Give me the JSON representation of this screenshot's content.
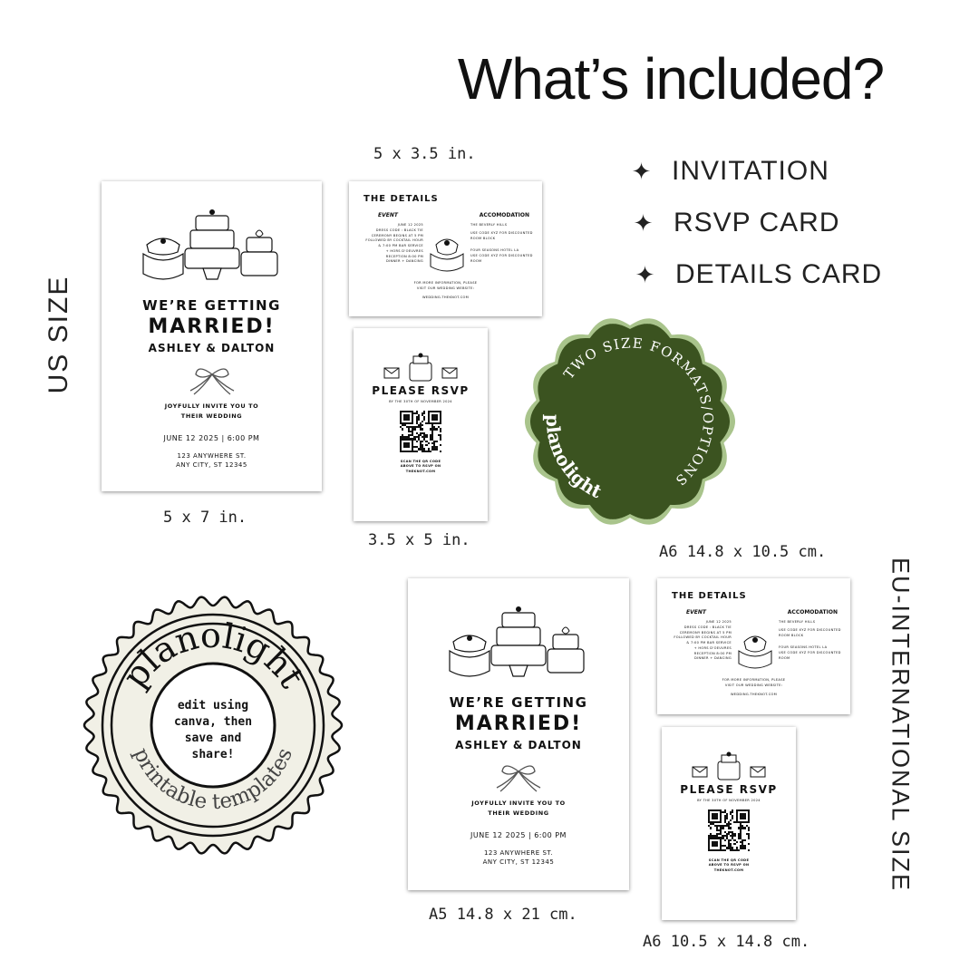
{
  "header": {
    "title": "What’s included?"
  },
  "included_list": {
    "items": [
      {
        "label": "INVITATION",
        "icon": "sparkle-star-icon"
      },
      {
        "label": "RSVP CARD",
        "icon": "sparkle-star-icon"
      },
      {
        "label": "DETAILS CARD",
        "icon": "sparkle-star-icon"
      }
    ]
  },
  "us_size": {
    "label": "US SIZE",
    "invitation_size": "5 x 7 in.",
    "details_size": "5 x 3.5 in.",
    "rsvp_size": "3.5 x 5 in."
  },
  "eu_size": {
    "label": "EU-INTERNATIONAL SIZE",
    "invitation_size": "A5 14.8 x 21 cm.",
    "details_size": "A6 14.8 x 10.5 cm.",
    "rsvp_size": "A6 10.5 x 14.8 cm."
  },
  "invitation": {
    "line1": "WE’RE GETTING",
    "line2": "MARRIED!",
    "names": "ASHLEY & DALTON",
    "invite_line1": "JOYFULLY INVITE YOU TO",
    "invite_line2": "THEIR WEDDING",
    "date": "JUNE 12 2025 | 6:00 PM",
    "address1": "123 ANYWHERE ST.",
    "address2": "ANY CITY, ST 12345"
  },
  "details_card": {
    "title": "THE DETAILS",
    "event_heading": "EVENT",
    "accommodation_heading": "ACCOMODATION",
    "event_lines": [
      "JUNE 12 2025",
      "DRESS CODE : BLACK TIE",
      "CEREMONY BEGINS AT 5 PM",
      "FOLLOWED BY COCKTAIL HOUR",
      "& 7:00 PM BAR SERVICE",
      "+ HORS D'OEUVRES",
      "RECEPTION 8:00 PM",
      "DINNER + DANCING"
    ],
    "accommodation_lines": [
      "THE BEVERLY HILLS",
      "USE CODE XYZ FOR DISCOUNTED ROOM BLOCK",
      "FOUR SEASONS HOTEL LA",
      "USE CODE XYZ FOR DISCOUNTED ROOM"
    ],
    "footer1": "FOR MORE INFORMATION, PLEASE",
    "footer2": "VISIT OUR WEDDING WEBSITE:",
    "website": "WEDDING.THEKNOT.COM"
  },
  "rsvp_card": {
    "title": "PLEASE RSVP",
    "deadline": "BY THE 30TH OF NOVEMBER 2024",
    "scan1": "SCAN THE QR CODE",
    "scan2": "ABOVE TO RSVP ON",
    "scan3": "THEKNOT.COM"
  },
  "green_badge": {
    "ring_text": "TWO SIZE FORMATS/OPTIONS",
    "brand": "planolight",
    "color": "#3b5320",
    "rim_color": "#a9c48c"
  },
  "cream_badge": {
    "brand": "planolight",
    "subtitle": "printable templates",
    "center_line1": "edit using",
    "center_line2": "canva, then",
    "center_line3": "save and",
    "center_line4": "share!",
    "color": "#f1f0e6"
  }
}
